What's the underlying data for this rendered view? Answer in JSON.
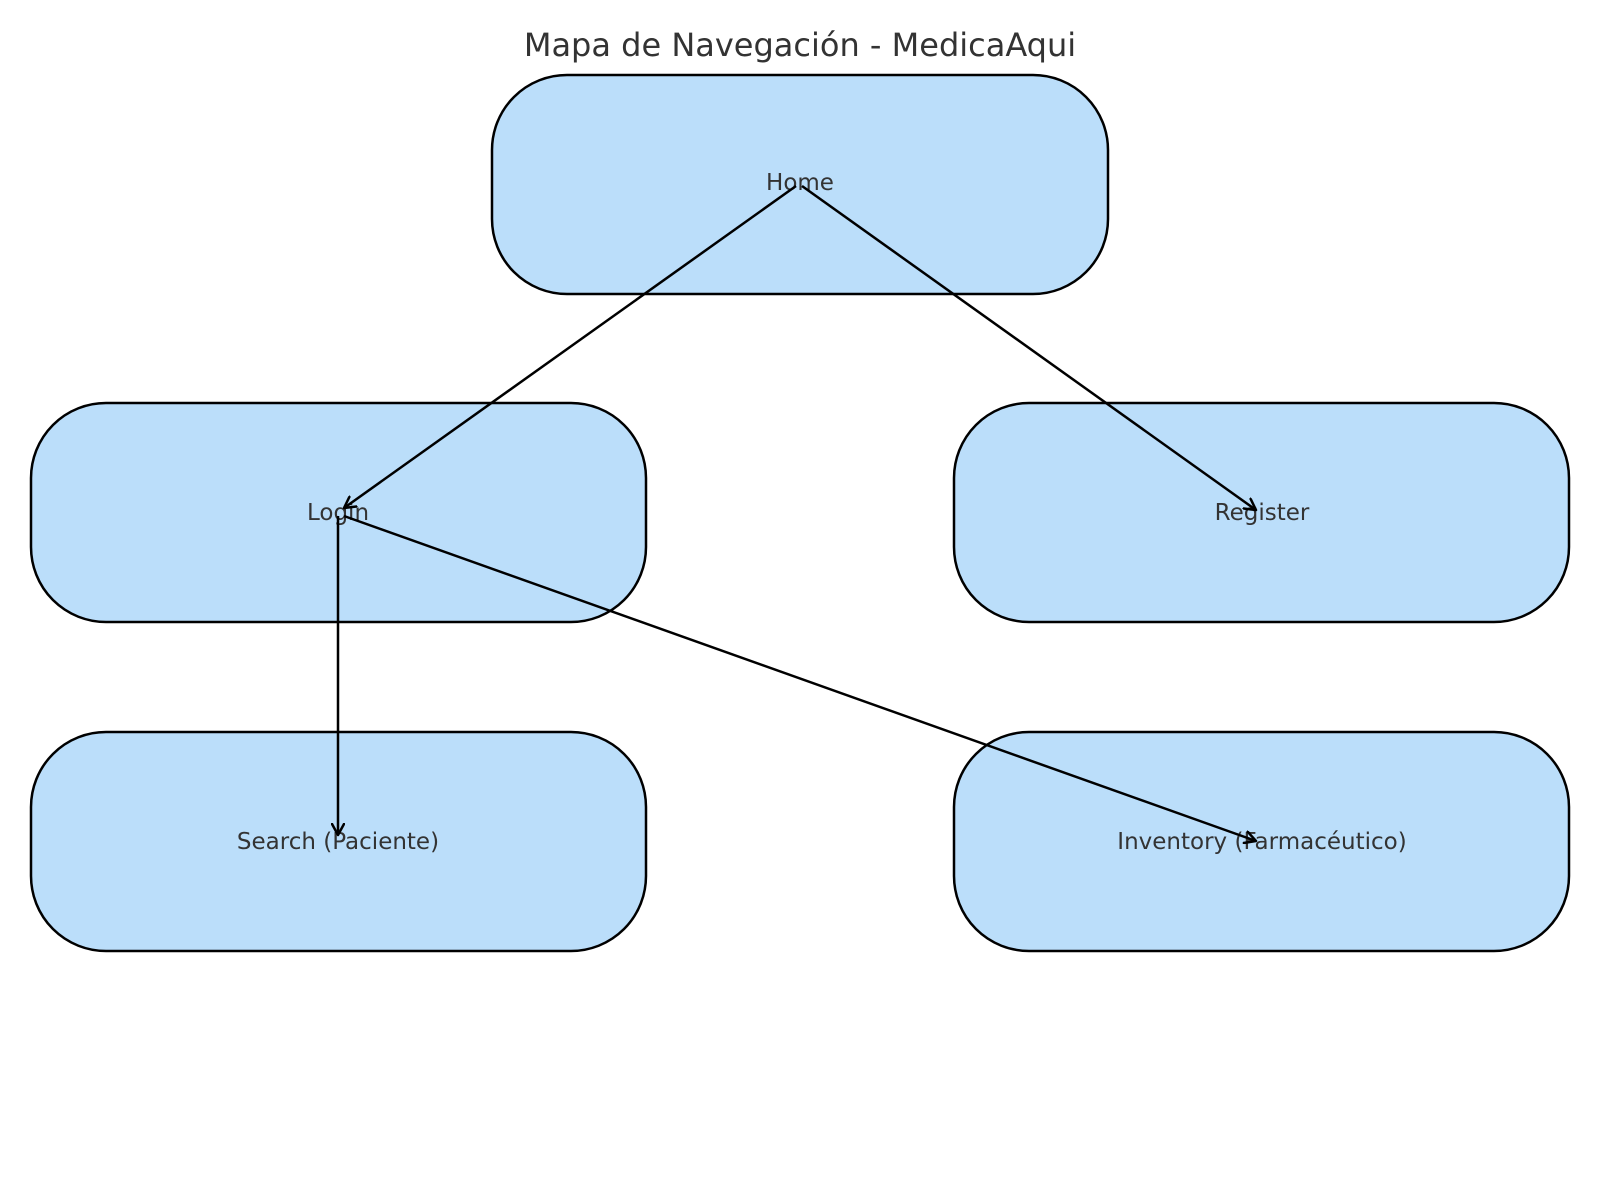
{
  "title": "Mapa de Navegación - MedicaAqui",
  "colors": {
    "node_fill": "#bbdefa",
    "node_stroke": "#000000",
    "edge": "#000000",
    "text": "#333333"
  },
  "nodes": [
    {
      "id": "home",
      "label": "Home"
    },
    {
      "id": "login",
      "label": "Login"
    },
    {
      "id": "register",
      "label": "Register"
    },
    {
      "id": "search",
      "label": "Search (Paciente)"
    },
    {
      "id": "inventory",
      "label": "Inventory (Farmacéutico)"
    }
  ],
  "edges": [
    {
      "from": "home",
      "to": "login"
    },
    {
      "from": "home",
      "to": "register"
    },
    {
      "from": "login",
      "to": "search"
    },
    {
      "from": "login",
      "to": "inventory"
    }
  ]
}
